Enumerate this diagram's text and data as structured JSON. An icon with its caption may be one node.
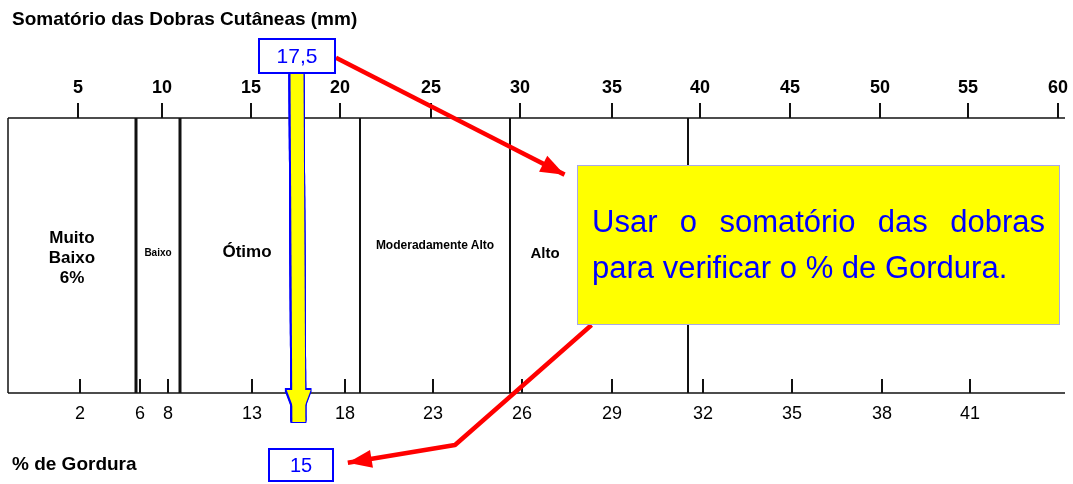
{
  "diagram": {
    "nodes": [
      {
        "text": [
          "17,5"
        ]
      },
      {
        "text": [
          "Usar o somatório das dobras para verificar o % de Gordura."
        ]
      },
      {
        "text": [
          "15"
        ]
      }
    ],
    "edges": [
      {
        "from": 0,
        "to": 2,
        "arrow": "to",
        "style": "thick",
        "color": "#ffff00"
      },
      {
        "from": 0,
        "to": 1,
        "arrow": "to"
      },
      {
        "from": 1,
        "to": 2,
        "arrow": "to"
      }
    ],
    "labels": [
      "Somatório das Dobras Cutâneas (mm)",
      "5",
      "10",
      "15",
      "20",
      "25",
      "30",
      "35",
      "40",
      "45",
      "50",
      "55",
      "60",
      "Muito Baixo 6%",
      "Baixo",
      "Ótimo",
      "Moderadamente Alto",
      "Alto",
      "2",
      "6",
      "8",
      "13",
      "18",
      "23",
      "26",
      "29",
      "32",
      "35",
      "38",
      "41",
      "% de Gordura"
    ]
  }
}
